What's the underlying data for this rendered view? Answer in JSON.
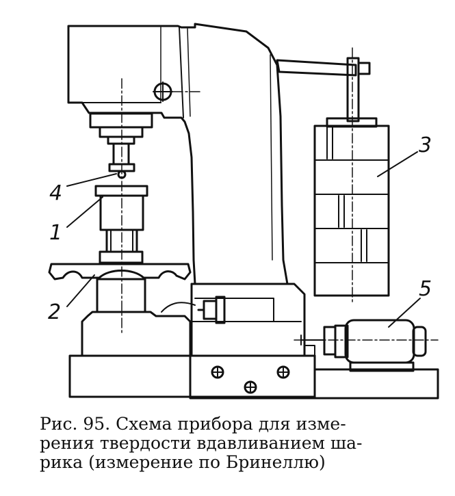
{
  "figure": {
    "labels": {
      "l1": "1",
      "l2": "2",
      "l3": "3",
      "l4": "4",
      "l5": "5"
    },
    "caption": {
      "line1": "Рис. 95. Схема прибора для изме-",
      "line2": "рения твердости вдавливанием ша-",
      "line3": "рика (измерение по Бринеллю)"
    }
  },
  "colors": {
    "ink": "#111111",
    "paper": "#ffffff"
  }
}
